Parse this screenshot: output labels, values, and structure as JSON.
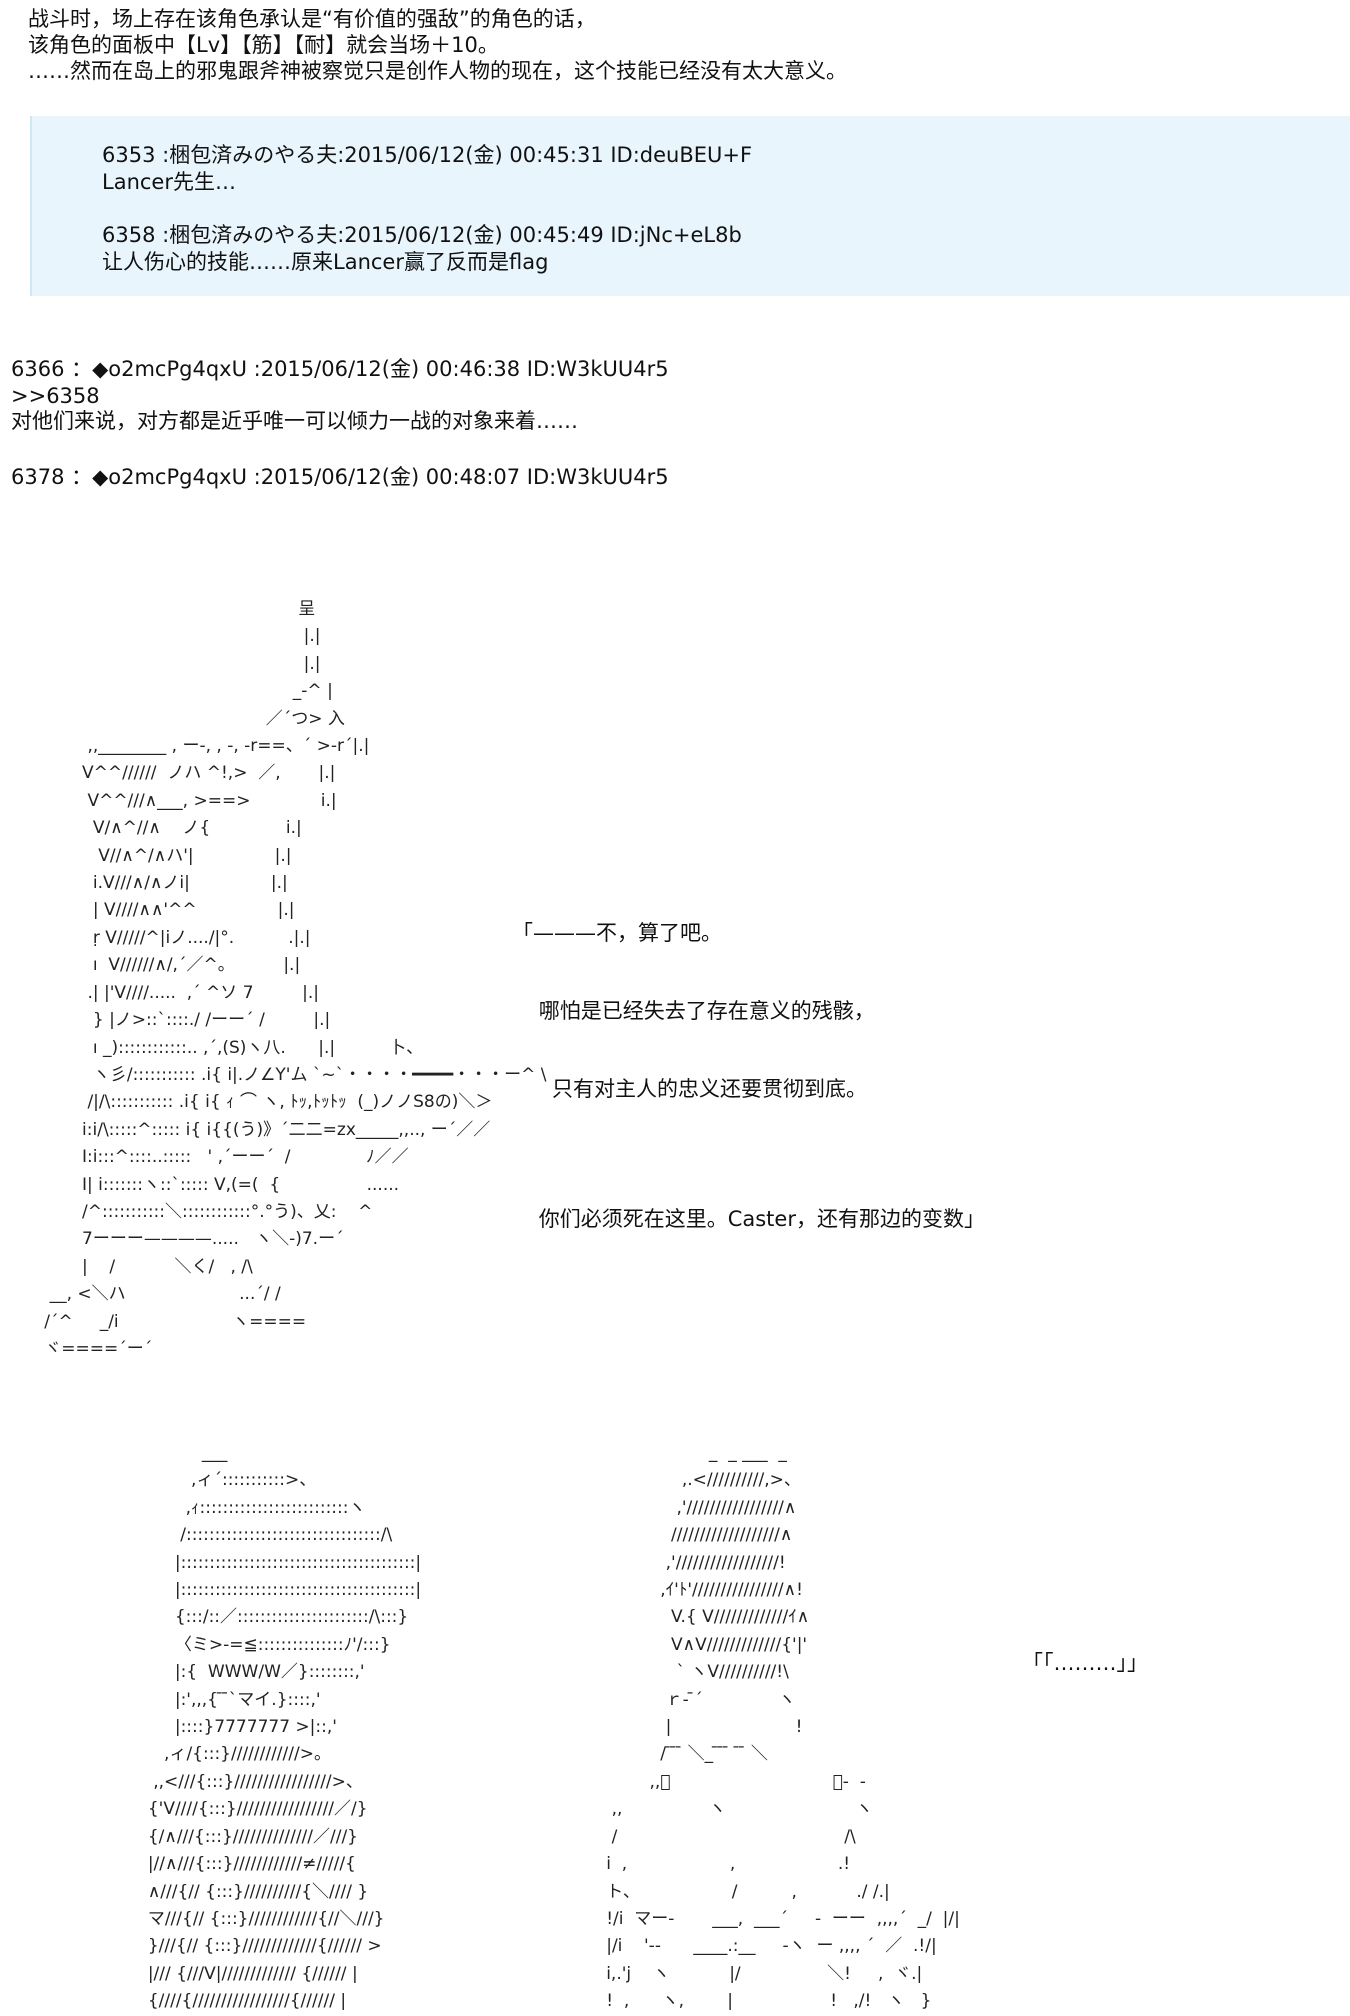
{
  "intro_lines": [
    "战斗时，场上存在该角色承认是“有价值的强敌”的角色的话，",
    "该角色的面板中【Lv】【筋】【耐】就会当场＋10。",
    "……然而在岛上的邪鬼跟斧神被察觉只是创作人物的现在，这个技能已经没有太大意义。"
  ],
  "quoted": [
    {
      "header": "6353 :梱包済みのやる夫:2015/06/12(金) 00:45:31 ID:deuBEU+F",
      "body": "Lancer先生…"
    },
    {
      "header": "6358 :梱包済みのやる夫:2015/06/12(金) 00:45:49 ID:jNc+eL8b",
      "body": "让人伤心的技能……原来Lancer赢了反而是flag"
    }
  ],
  "post1": {
    "header": "6366 ：◆o2mcPg4qxU :2015/06/12(金) 00:46:38 ID:W3kUU4r5",
    "reply": ">>6358",
    "body": "对他们来说，对方都是近乎唯一可以倾力一战的对象来着……"
  },
  "post2": {
    "header": "6378 ：◆o2mcPg4qxU :2015/06/12(金) 00:48:07 ID:W3kUU4r5"
  },
  "speech1": [
    "「———不，算了吧。",
    "    哪怕是已经失去了存在意义的残骸，",
    "      只有对主人的忠义还要贯彻到底。",
    "",
    "    你们必须死在这里。Caster，还有那边的变数」"
  ],
  "speech2": "「「………」」",
  "art_top": "                                                  呈\n                                                   |.|\n                                                   |.|\n                                                 _-^ |\n                                            ／´つ> 入\n           ,,________ , ー-, , -, -r==、´ >-r´|.|\n          V^^//////  ノハ ^!,>  ／,       |.|\n           V^^///∧___, >==>             i.|\n            V/∧^//∧    ノ{              i.|\n             V//∧^/∧ハ'|               |.|\n            i.V///∧/∧ノi|               |.|\n            | V////∧∧'^^               |.|\n            ṛ V/////^|iノ..../|°.          .|.|\n            ı  V//////∧/,´／^。         |.|\n           .| |'V////.....  ,´ ^ソ 7         |.|\n            } |ノ>::`::::./ /ーー´ /         |.|\n            ı _)::::::::::::.. ,´,(S)ヽ八.      |.|          卜、\n            ヽ彡/::::::::::: .i{ i|.ノ∠Y'ム `~`・・・・━━━━・・・ー^ \\\n           /|/\\::::::::::: .i{ i{ ｨ ⌒ ヽ, ﾄｯ,ﾄｯﾄｯ  (_)ノノS8の)＼＞\n          i:i/\\:::::^::::: i{ i{{(う)》´二二=zx_____,,.., ー´／／\n          I:i:::^::::..:::::   ' ,´ーー´  /              ﾉ／／\n          I| i:::::::ヽ::`::::: V,(=(  {                ......\n          /^:::::::::::＼::::::::::::°.°う)、乂:    ^\n          7ーーー————.....   ヽ＼-)7.ー´\n          |    /           ＼く/   , /\\\n    __, <＼ハ                     ...´/ /\n   /´^     _/i                     ヽ====\n   ヾ====´ー´",
  "art_left": "                 ___\n               ,ィ´:::::::::::>、\n              ,ｨ::::::::::::::::::::::::::ヽ\n             /::::::::::::::::::::::::::::::::::/\\\n            |:::::::::::::::::::::::::::::::::::::::::|\n            |:::::::::::::::::::::::::::::::::::::::::|\n            {:::/::／:::::::::::::::::::::::/\\:::}\n            〈ミ>-=≦:::::::::::::::ﾉ'/:::}\n            |:{  WWW/W／}::::::::,'\n            |:',,,{ ̄ ̄`マイ.}::::,'\n            |::::}7777777 >|::,'\n          ,ィ/{:::}////////////>。\n        ,,<///{:::}/////////////////>、\n       {'V////{:::}/////////////////／/}\n       {/∧///{:::}//////////////／///}\n       |//∧///{:::}////////////≠/////{\n       ∧///{// {:::}//////////{＼//// }\n       マ///{// {:::}////////////{//＼///}\n       }///{// {:::}/////////////{////// >\n       |/// {///V|///////////// {////// |\n       {////{/////////////////{////// |",
  "art_right": "                      _  _ ___  _\n                 ,.<//////////,>、\n                ,'/////////////////∧\n               ///////////////////∧\n              ,'//////////////////!\n             ,ｲ'ﾄ'////////////////∧!\n               V.{ V/////////////ｲ∧\n               V∧V/////////////{'|'\n                ` ヽV//////////!\\\n              ｒ‐ ̄´              ヽ\n              |                       !\n             / ̄ ̄ ̄ ＼_ ̄ ̄ ̄  ̄ ̄ ＼\n           ,,ﾞ                              ー‐  -\n    ,,                ヽ                        ヽ\n    /                                          /\\\n   i  ,                   ,                   .!\n   ト、                 /          ,           ./ /.|\n   !/i  マー-       ___,  ___´     -  ーー  ,,,,´  _/  |/|\n   |/i    '‐-      ____.:__     -ヽ  ー ,,,, ´  ／  .!/|\n   i,.'j    ヽ           |/                ＼!     ,  ヾ.|\n   !  ,      ヽ,        |                  !   ,/!   ヽ   }"
}
